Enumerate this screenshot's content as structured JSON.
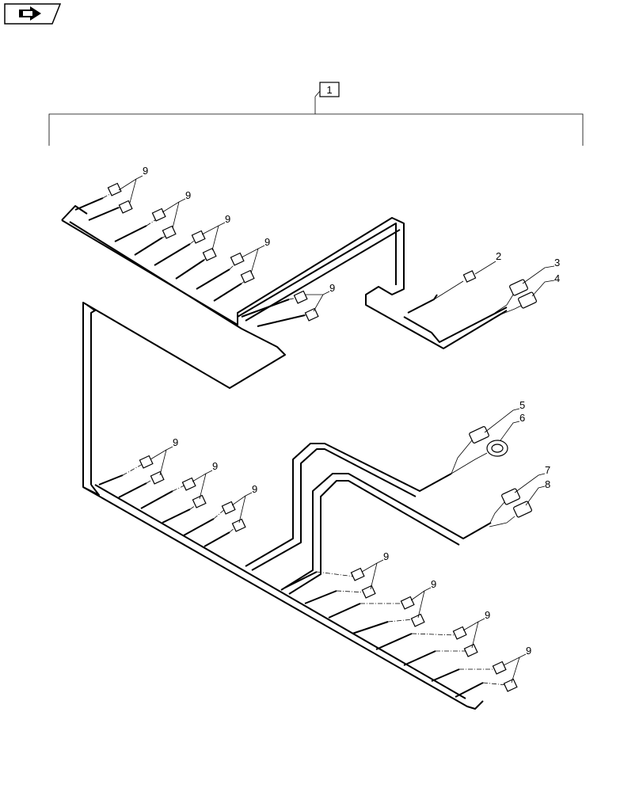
{
  "header": {
    "icon": "next-page-arrow-icon"
  },
  "assembly_label": "1",
  "callouts": {
    "two": "2",
    "three": "3",
    "four": "4",
    "five": "5",
    "six": "6",
    "seven": "7",
    "eight": "8",
    "nine": "9"
  }
}
